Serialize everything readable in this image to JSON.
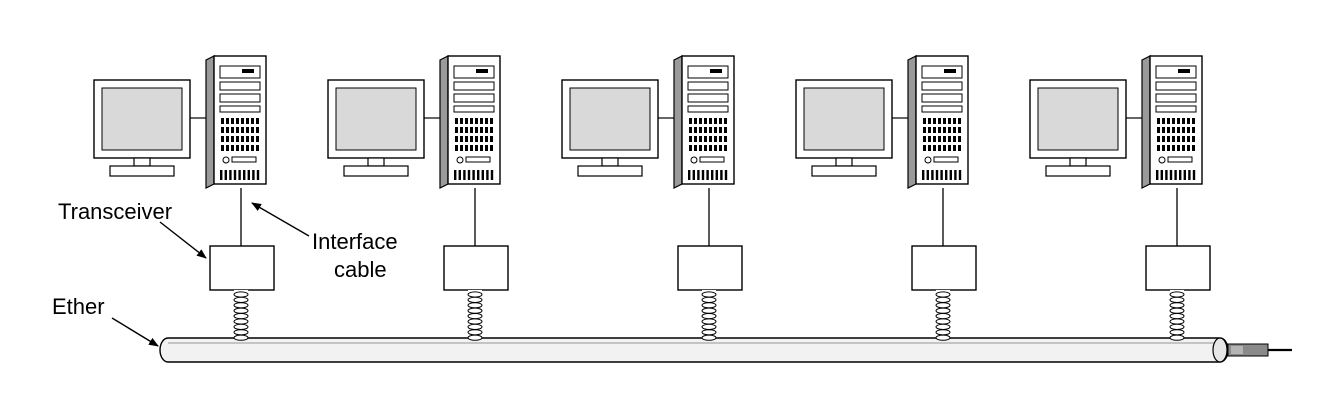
{
  "labels": {
    "transceiver": "Transceiver",
    "interface_line1": "Interface",
    "interface_line2": "cable",
    "ether": "Ether"
  },
  "stations": [
    {
      "id": 1
    },
    {
      "id": 2
    },
    {
      "id": 3
    },
    {
      "id": 4
    },
    {
      "id": 5
    }
  ],
  "colors": {
    "stroke": "#000000",
    "screen": "#d9d9d9",
    "tower_front": "#ffffff",
    "tower_side": "#9a9a9a",
    "cable_fill": "#f2f2f2",
    "background": "#ffffff"
  }
}
